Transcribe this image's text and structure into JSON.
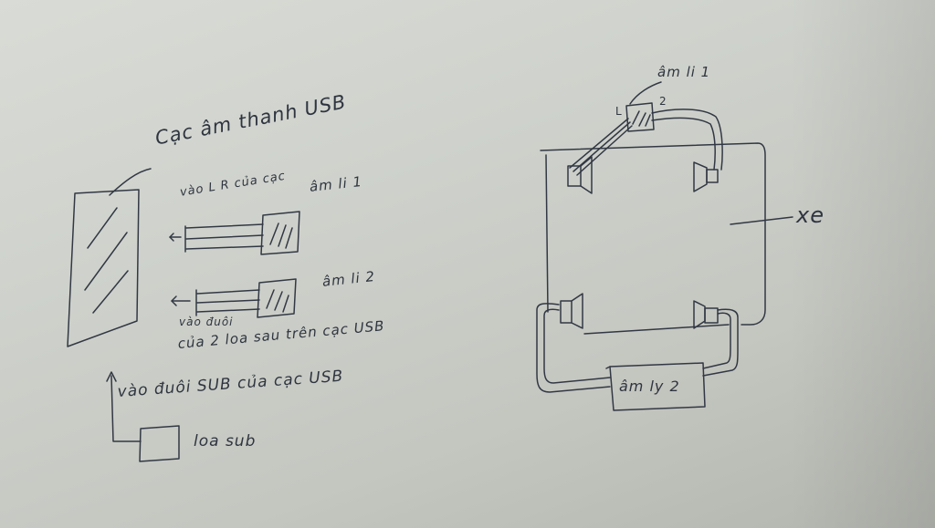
{
  "left": {
    "usb_card_label": "Cạc âm thanh USB",
    "amp1_label": "âm li 1",
    "lr_label": "vào L R của cạc",
    "amp2_label": "âm li 2",
    "wire_label_1": "vào đuôi",
    "wire_label_2": "của 2 loa sau trên cạc USB",
    "sub_wire_label": "vào đuôi SUB của cạc USB",
    "sub_label": "loa sub"
  },
  "right": {
    "amp1_label": "âm li 1",
    "l_label": "L",
    "r_label": "2",
    "car_label": "xe",
    "amp2_label": "âm ly 2"
  },
  "colors": {
    "ink": "#2f3540",
    "paper": "#d4d6d1"
  }
}
